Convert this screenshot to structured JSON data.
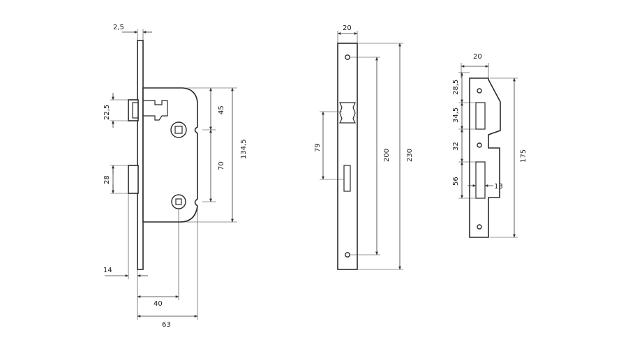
{
  "colors": {
    "line": "#2a2a2a",
    "background": "#ffffff"
  },
  "dimensions": {
    "lock_body": {
      "front_plate_thickness": "2,5",
      "latch_height": "22,5",
      "bolt_height": "28",
      "upper_offset": "45",
      "center_distance": "70",
      "body_height": "134,5",
      "front_width": "14",
      "backset": "40",
      "depth": "63"
    },
    "faceplate": {
      "width": "20",
      "hole_spacing": "200",
      "length": "230",
      "latch_to_bolt": "79"
    },
    "strike_plate": {
      "width": "20",
      "top": "28,5",
      "latch_opening": "34,5",
      "middle": "32",
      "bolt_opening": "56",
      "opening_width": "13",
      "length": "175"
    }
  }
}
